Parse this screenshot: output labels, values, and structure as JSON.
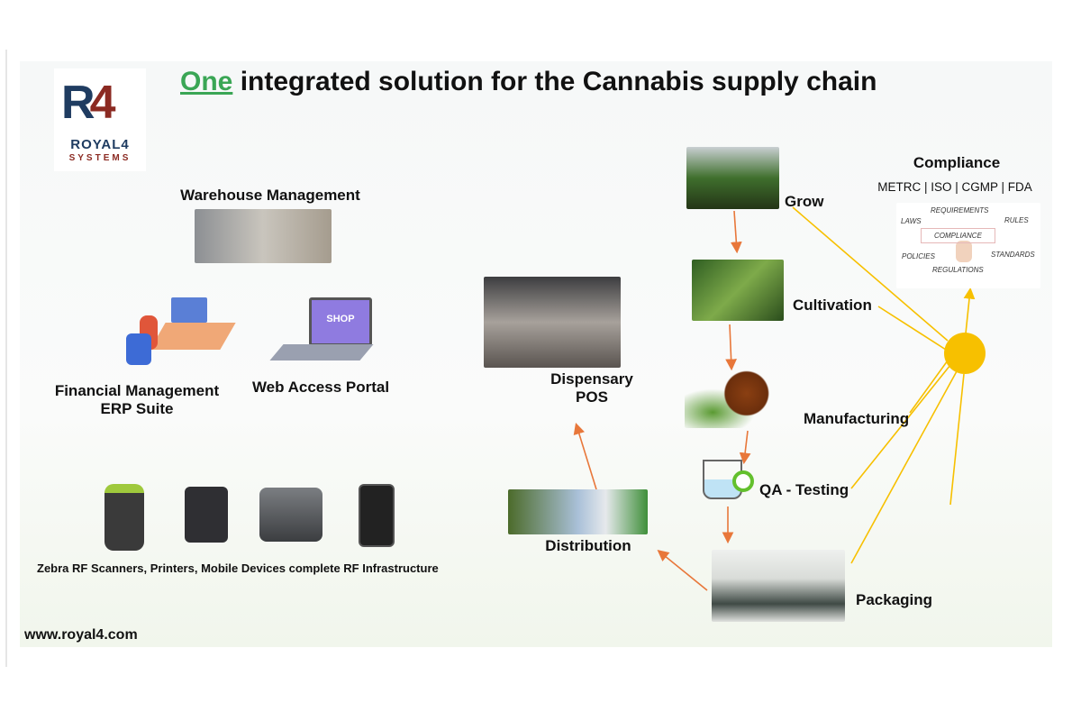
{
  "title": {
    "highlight": "One",
    "rest": " integrated solution for the Cannabis supply chain"
  },
  "logo": {
    "mark": "R4",
    "name": "ROYAL4",
    "sub": "SYSTEMS"
  },
  "left": {
    "warehouse": "Warehouse Management",
    "financial_line1": "Financial Management",
    "financial_line2": "ERP Suite",
    "web_portal": "Web Access Portal",
    "shop_text": "SHOP",
    "devices": "Zebra RF Scanners, Printers, Mobile Devices complete RF Infrastructure",
    "website": "www.royal4.com"
  },
  "flow": {
    "dispensary_line1": "Dispensary",
    "dispensary_line2": "POS",
    "distribution": "Distribution",
    "grow": "Grow",
    "cultivation": "Cultivation",
    "manufacturing": "Manufacturing",
    "qa": "QA - Testing",
    "packaging": "Packaging"
  },
  "compliance": {
    "title": "Compliance",
    "standards": "METRC | ISO | CGMP | FDA",
    "words": [
      "REQUIREMENTS",
      "LAWS",
      "RULES",
      "COMPLIANCE",
      "POLICIES",
      "STANDARDS",
      "REGULATIONS"
    ]
  },
  "colors": {
    "accent": "#3aa655",
    "hub": "#f7c000",
    "arrow": "#e8773a"
  }
}
